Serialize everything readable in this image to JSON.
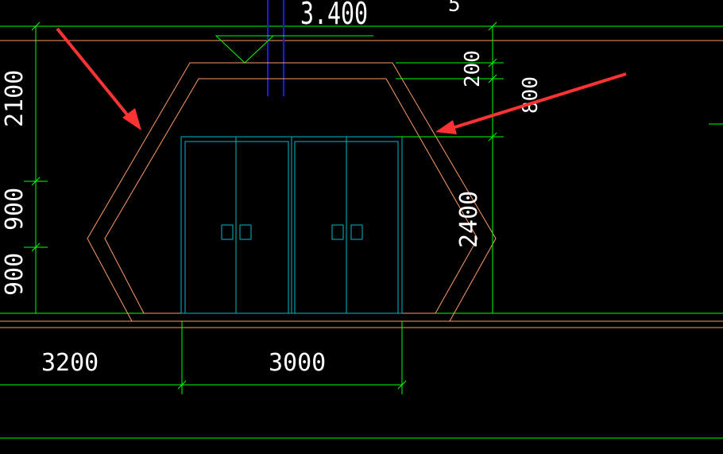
{
  "colors": {
    "background": "#000000",
    "dimension": "#00ff00",
    "outline": "#ff9966",
    "door": "#00b8c8",
    "axis": "#1a1aff",
    "annotation_arrow": "#ff3333",
    "text": "#ffffff"
  },
  "elevation": {
    "level": "3.400",
    "top_right": "5"
  },
  "dimensions": {
    "left": {
      "upper": "2100",
      "middle": "900",
      "lower": "900"
    },
    "right": {
      "small": "200",
      "upper": "800",
      "height": "2400"
    },
    "bottom": {
      "left": "3200",
      "door_width": "3000"
    }
  },
  "door": {
    "left_leaf_text": "",
    "right_leaf_text": ""
  },
  "arrows": {
    "left_icon": "red-arrow-icon",
    "right_icon": "red-arrow-icon"
  }
}
